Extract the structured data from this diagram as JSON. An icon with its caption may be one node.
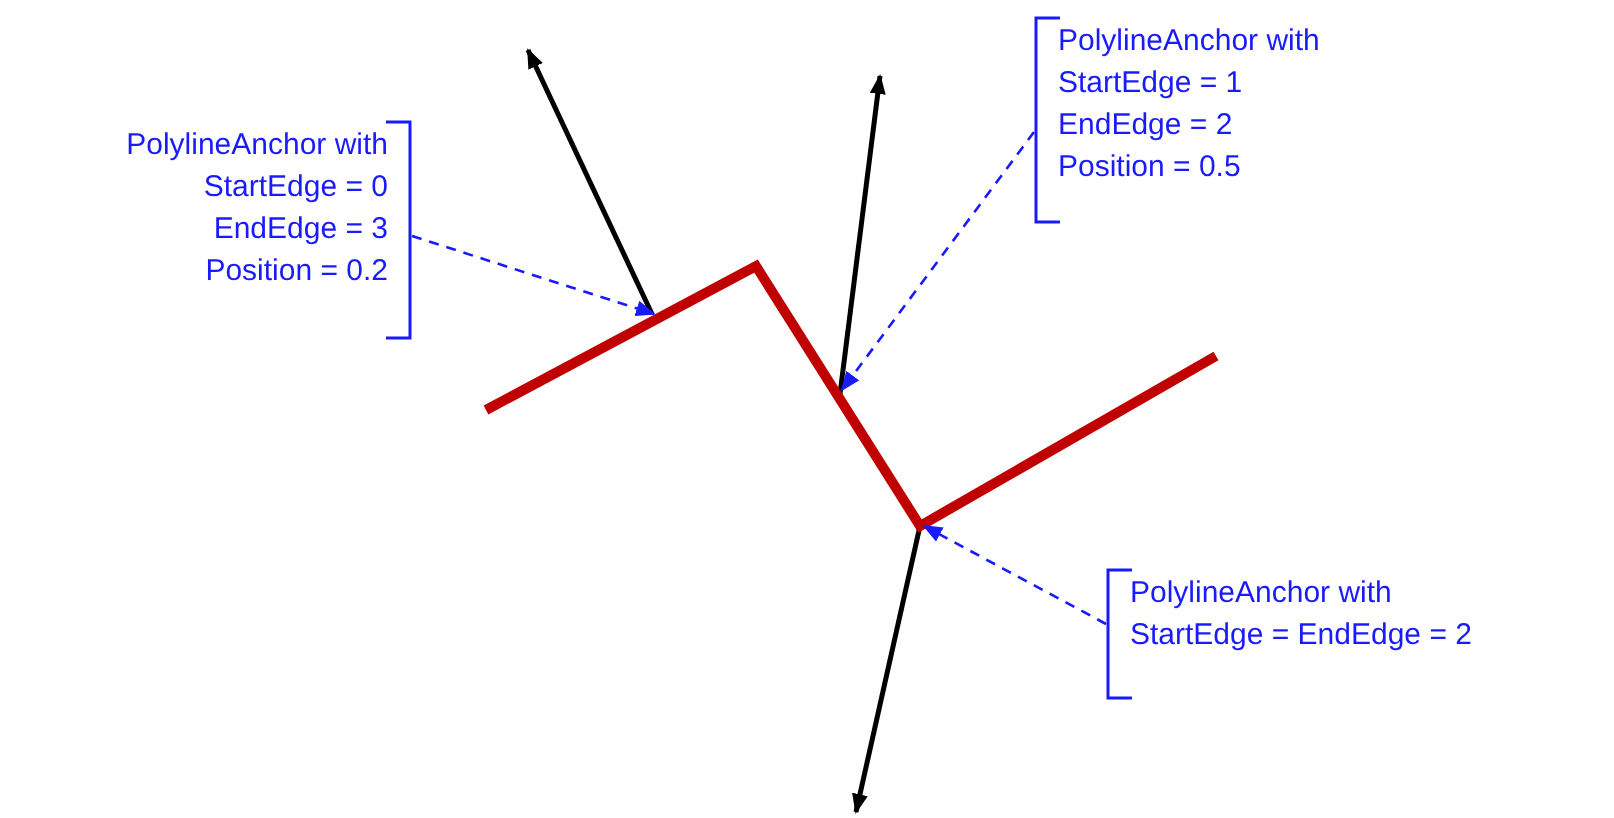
{
  "diagram": {
    "nodes": [
      {
        "text": [
          "PolylineAnchor with StartEdge = 1 EndEdge = 2 Position = 0.5"
        ]
      },
      {
        "text": [
          "PolylineAnchor with StartEdge = 0 EndEdge = 3 Position = 0.2"
        ]
      },
      {
        "text": [
          "PolylineAnchor with StartEdge = EndEdge = 2"
        ]
      },
      {
        "text": [],
        "shape": "line"
      }
    ],
    "edges": [
      {
        "from": 0,
        "to": 3,
        "arrow": "to",
        "style": "dashed"
      },
      {
        "from": 1,
        "to": 3,
        "arrow": "to",
        "style": "dashed"
      },
      {
        "from": 2,
        "to": 3,
        "arrow": "to",
        "style": "dashed"
      }
    ]
  }
}
